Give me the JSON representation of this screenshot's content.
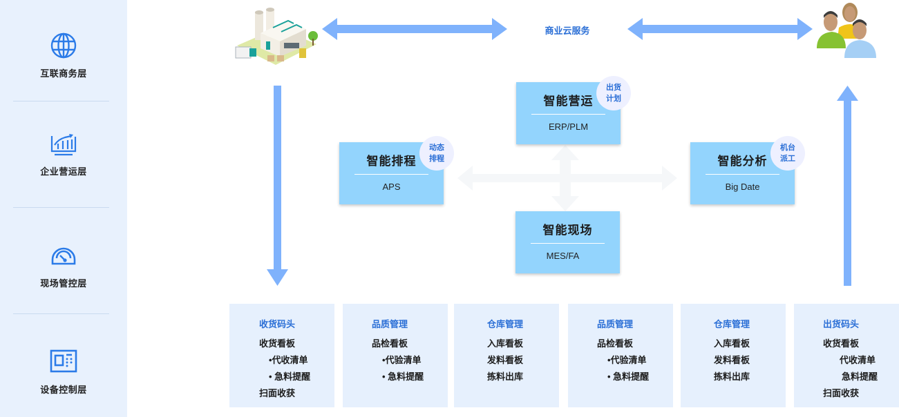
{
  "sidebar": {
    "layers": [
      {
        "label": "互联商务层",
        "icon": "globe-icon"
      },
      {
        "label": "企业营运层",
        "icon": "chart-trend-icon"
      },
      {
        "label": "现场管控层",
        "icon": "gauge-icon"
      },
      {
        "label": "设备控制层",
        "icon": "control-panel-icon"
      }
    ]
  },
  "top": {
    "left_illustration": "factory-icon",
    "right_illustration": "users-group-icon",
    "cloud_service_label": "商业云服务"
  },
  "modules": [
    {
      "title": "智能营运",
      "subtitle": "ERP/PLM",
      "badge": [
        "出货",
        "计划"
      ]
    },
    {
      "title": "智能排程",
      "subtitle": "APS",
      "badge": [
        "动态",
        "排程"
      ]
    },
    {
      "title": "智能分析",
      "subtitle": "Big Date",
      "badge": [
        "机台",
        "派工"
      ]
    },
    {
      "title": "智能现场",
      "subtitle": "MES/FA"
    }
  ],
  "cards": [
    {
      "title": "收货码头",
      "lines": [
        "收货看板",
        "•代收清单",
        "• 急料提醒",
        "扫面收获"
      ]
    },
    {
      "title": "品质管理",
      "lines": [
        "品检看板",
        "•代验清单",
        "• 急料提醒"
      ]
    },
    {
      "title": "仓库管理",
      "lines": [
        "入库看板",
        "发料看板",
        "拣料出库"
      ]
    },
    {
      "title": "品质管理",
      "lines": [
        "品检看板",
        "•代验清单",
        "• 急料提醒"
      ]
    },
    {
      "title": "仓库管理",
      "lines": [
        "入库看板",
        "发料看板",
        "拣料出库"
      ]
    },
    {
      "title": "出货码头",
      "lines": [
        "收货看板",
        "代收清单",
        "急料提醒",
        "扫面收获"
      ]
    }
  ],
  "colors": {
    "accent": "#2b6fd6",
    "arrow": "#7fb2fc",
    "module_bg": "#93d4fd",
    "card_bg": "#e6f0fd",
    "sidebar_bg": "#e8f1fd",
    "badge_bg": "#eef0ff"
  }
}
